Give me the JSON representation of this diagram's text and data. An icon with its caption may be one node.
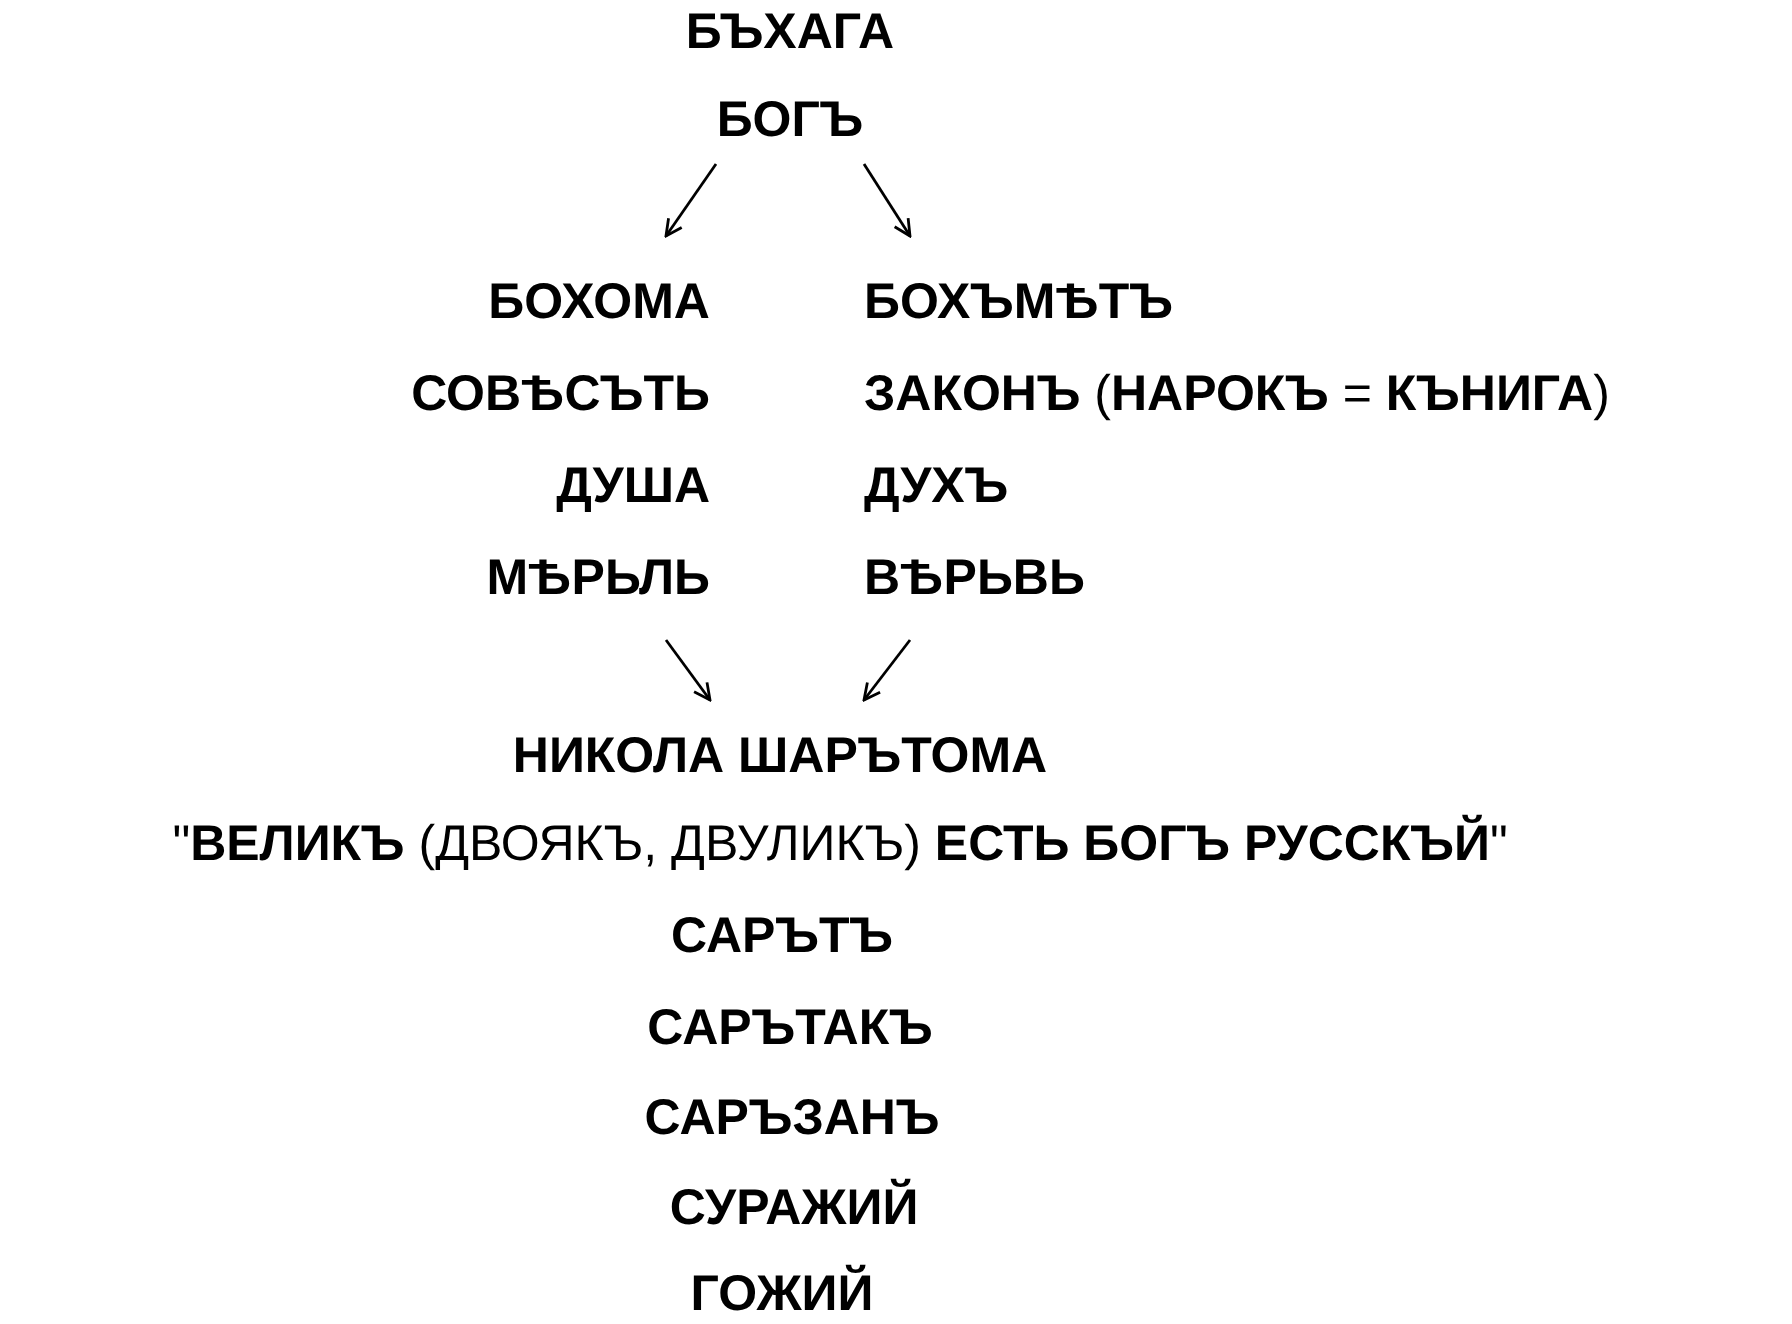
{
  "diagram": {
    "nodes": [
      {
        "text": [
          "БЪХАГА",
          "БОГЪ"
        ]
      },
      {
        "text": [
          "БОХОМА",
          "СОВѢСЪТЬ",
          "ДУША",
          "МѢРЬЛЬ"
        ]
      },
      {
        "text": [
          "БОХЪМѢТЪ",
          "**ЗАКОНЪ** (**НАРОКЪ** = **КЪНИГА**)",
          "ДУХЪ",
          "ВѢРЬВЬ"
        ]
      },
      {
        "text": [
          "НИКОЛА ШАРЪТОМА"
        ]
      }
    ],
    "edges": [
      {
        "from": 0,
        "to": 1,
        "arrow": "to"
      },
      {
        "from": 0,
        "to": 2,
        "arrow": "to"
      },
      {
        "from": 1,
        "to": 3,
        "arrow": "to"
      },
      {
        "from": 2,
        "to": 3,
        "arrow": "to"
      }
    ],
    "labels": [
      "\"**ВЕЛИКЪ** (ДВОЯКЪ, ДВУЛИКЪ) **ЕСТЬ БОГЪ РУССКЪЙ**\"",
      "САРЪТЪ",
      "САРЪТАКЪ",
      "САРЪЗАНЪ",
      "СУРАЖИЙ",
      "ГОЖИЙ"
    ]
  }
}
